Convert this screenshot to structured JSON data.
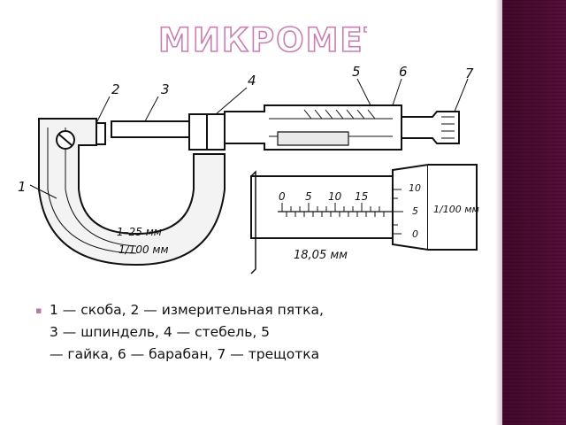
{
  "slide": {
    "title": "МИКРОМЕТР:",
    "caption": "1 — скоба, 2 — измерительная пятка,\n3 — шпиндель, 4 — стебель,                5\n— гайка, 6 — барабан, 7 — трещотка",
    "colors": {
      "title_outline": "#c97fb3",
      "sidebar": "#7b2b63",
      "bullet": "#b77aa3"
    }
  },
  "figure": {
    "part_labels": [
      "1",
      "2",
      "3",
      "4",
      "5",
      "6",
      "7"
    ],
    "range_label": "1–25 мм",
    "division_label": "1/100 мм",
    "scale_numbers": [
      "0",
      "5",
      "10",
      "15"
    ],
    "drum_numbers": [
      "10",
      "5",
      "0"
    ],
    "reading_label": "18,05 мм"
  }
}
